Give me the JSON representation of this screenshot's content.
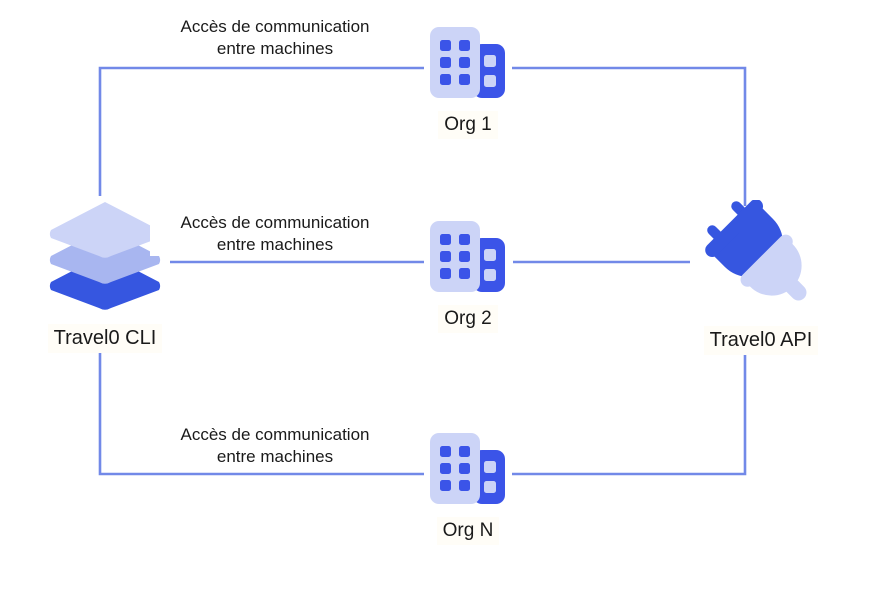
{
  "diagram": {
    "title": "Travel0 CLI to Travel0 API machine-to-machine access via organizations",
    "colors": {
      "wire": "#7289e8",
      "primary_blue": "#3b54e8",
      "light_lavender": "#ccd4f7",
      "mid_lavender": "#a8b6f0",
      "background": "#ffffff",
      "text": "#1a1a1a"
    },
    "endpoints": {
      "left": {
        "label": "Travel0 CLI",
        "icon": "layers-icon"
      },
      "right": {
        "label": "Travel0 API",
        "icon": "plug-icon"
      }
    },
    "orgs": [
      {
        "label": "Org 1",
        "icon": "building-icon"
      },
      {
        "label": "Org 2",
        "icon": "building-icon"
      },
      {
        "label": "Org N",
        "icon": "building-icon"
      }
    ],
    "edge_labels": [
      "Accès de communication\nentre machines",
      "Accès de communication\nentre machines",
      "Accès de communication\nentre machines"
    ]
  }
}
